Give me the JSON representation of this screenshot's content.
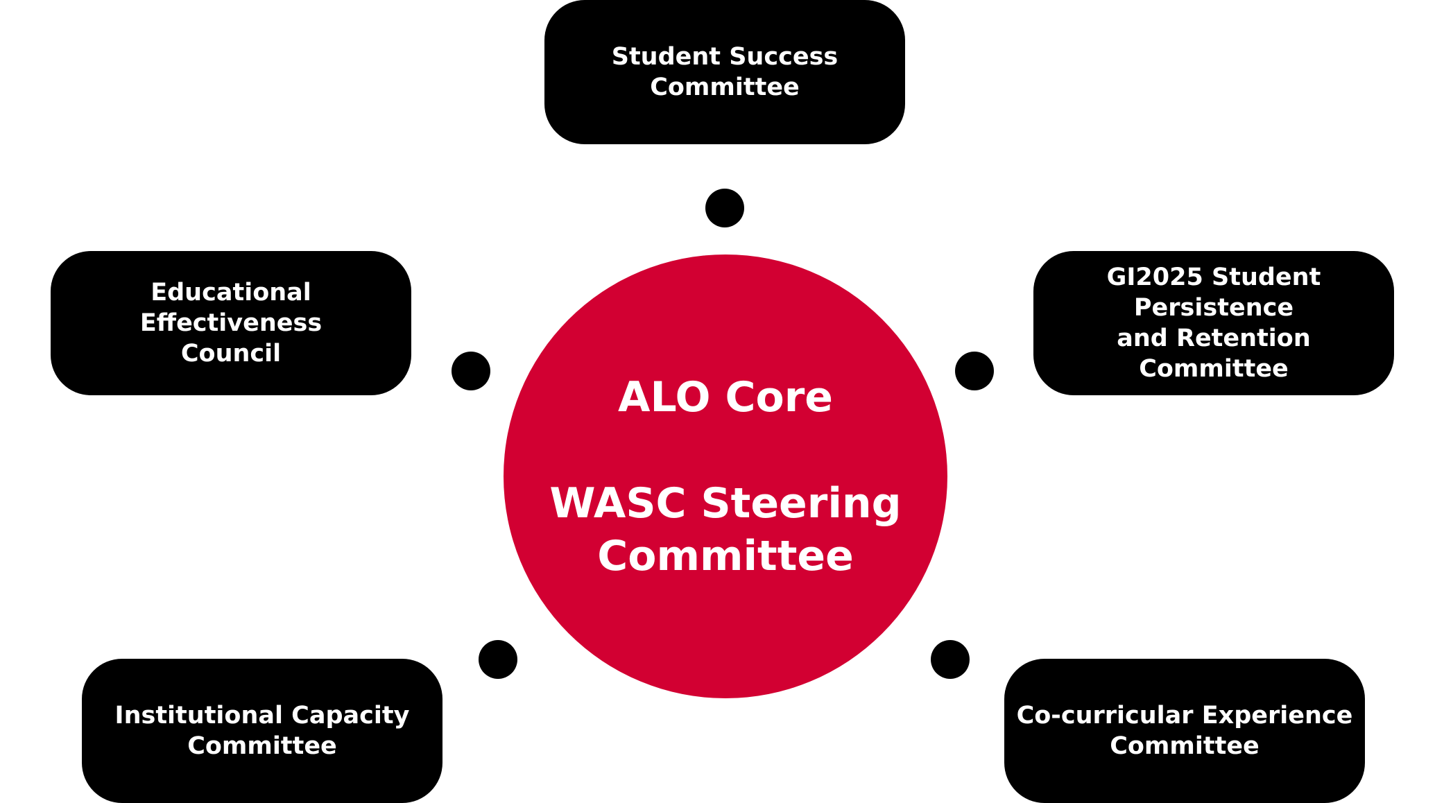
{
  "center": {
    "line1": "ALO Core",
    "line2": "WASC Steering\nCommittee"
  },
  "committees": {
    "top": "Student Success\nCommittee",
    "left": "Educational Effectiveness\nCouncil",
    "right": "GI2025 Student Persistence\nand Retention Committee",
    "bottom_left": "Institutional Capacity\nCommittee",
    "bottom_right": "Co-curricular Experience\nCommittee"
  },
  "colors": {
    "center_fill": "#d20032",
    "box_fill": "#000000",
    "text": "#ffffff"
  }
}
